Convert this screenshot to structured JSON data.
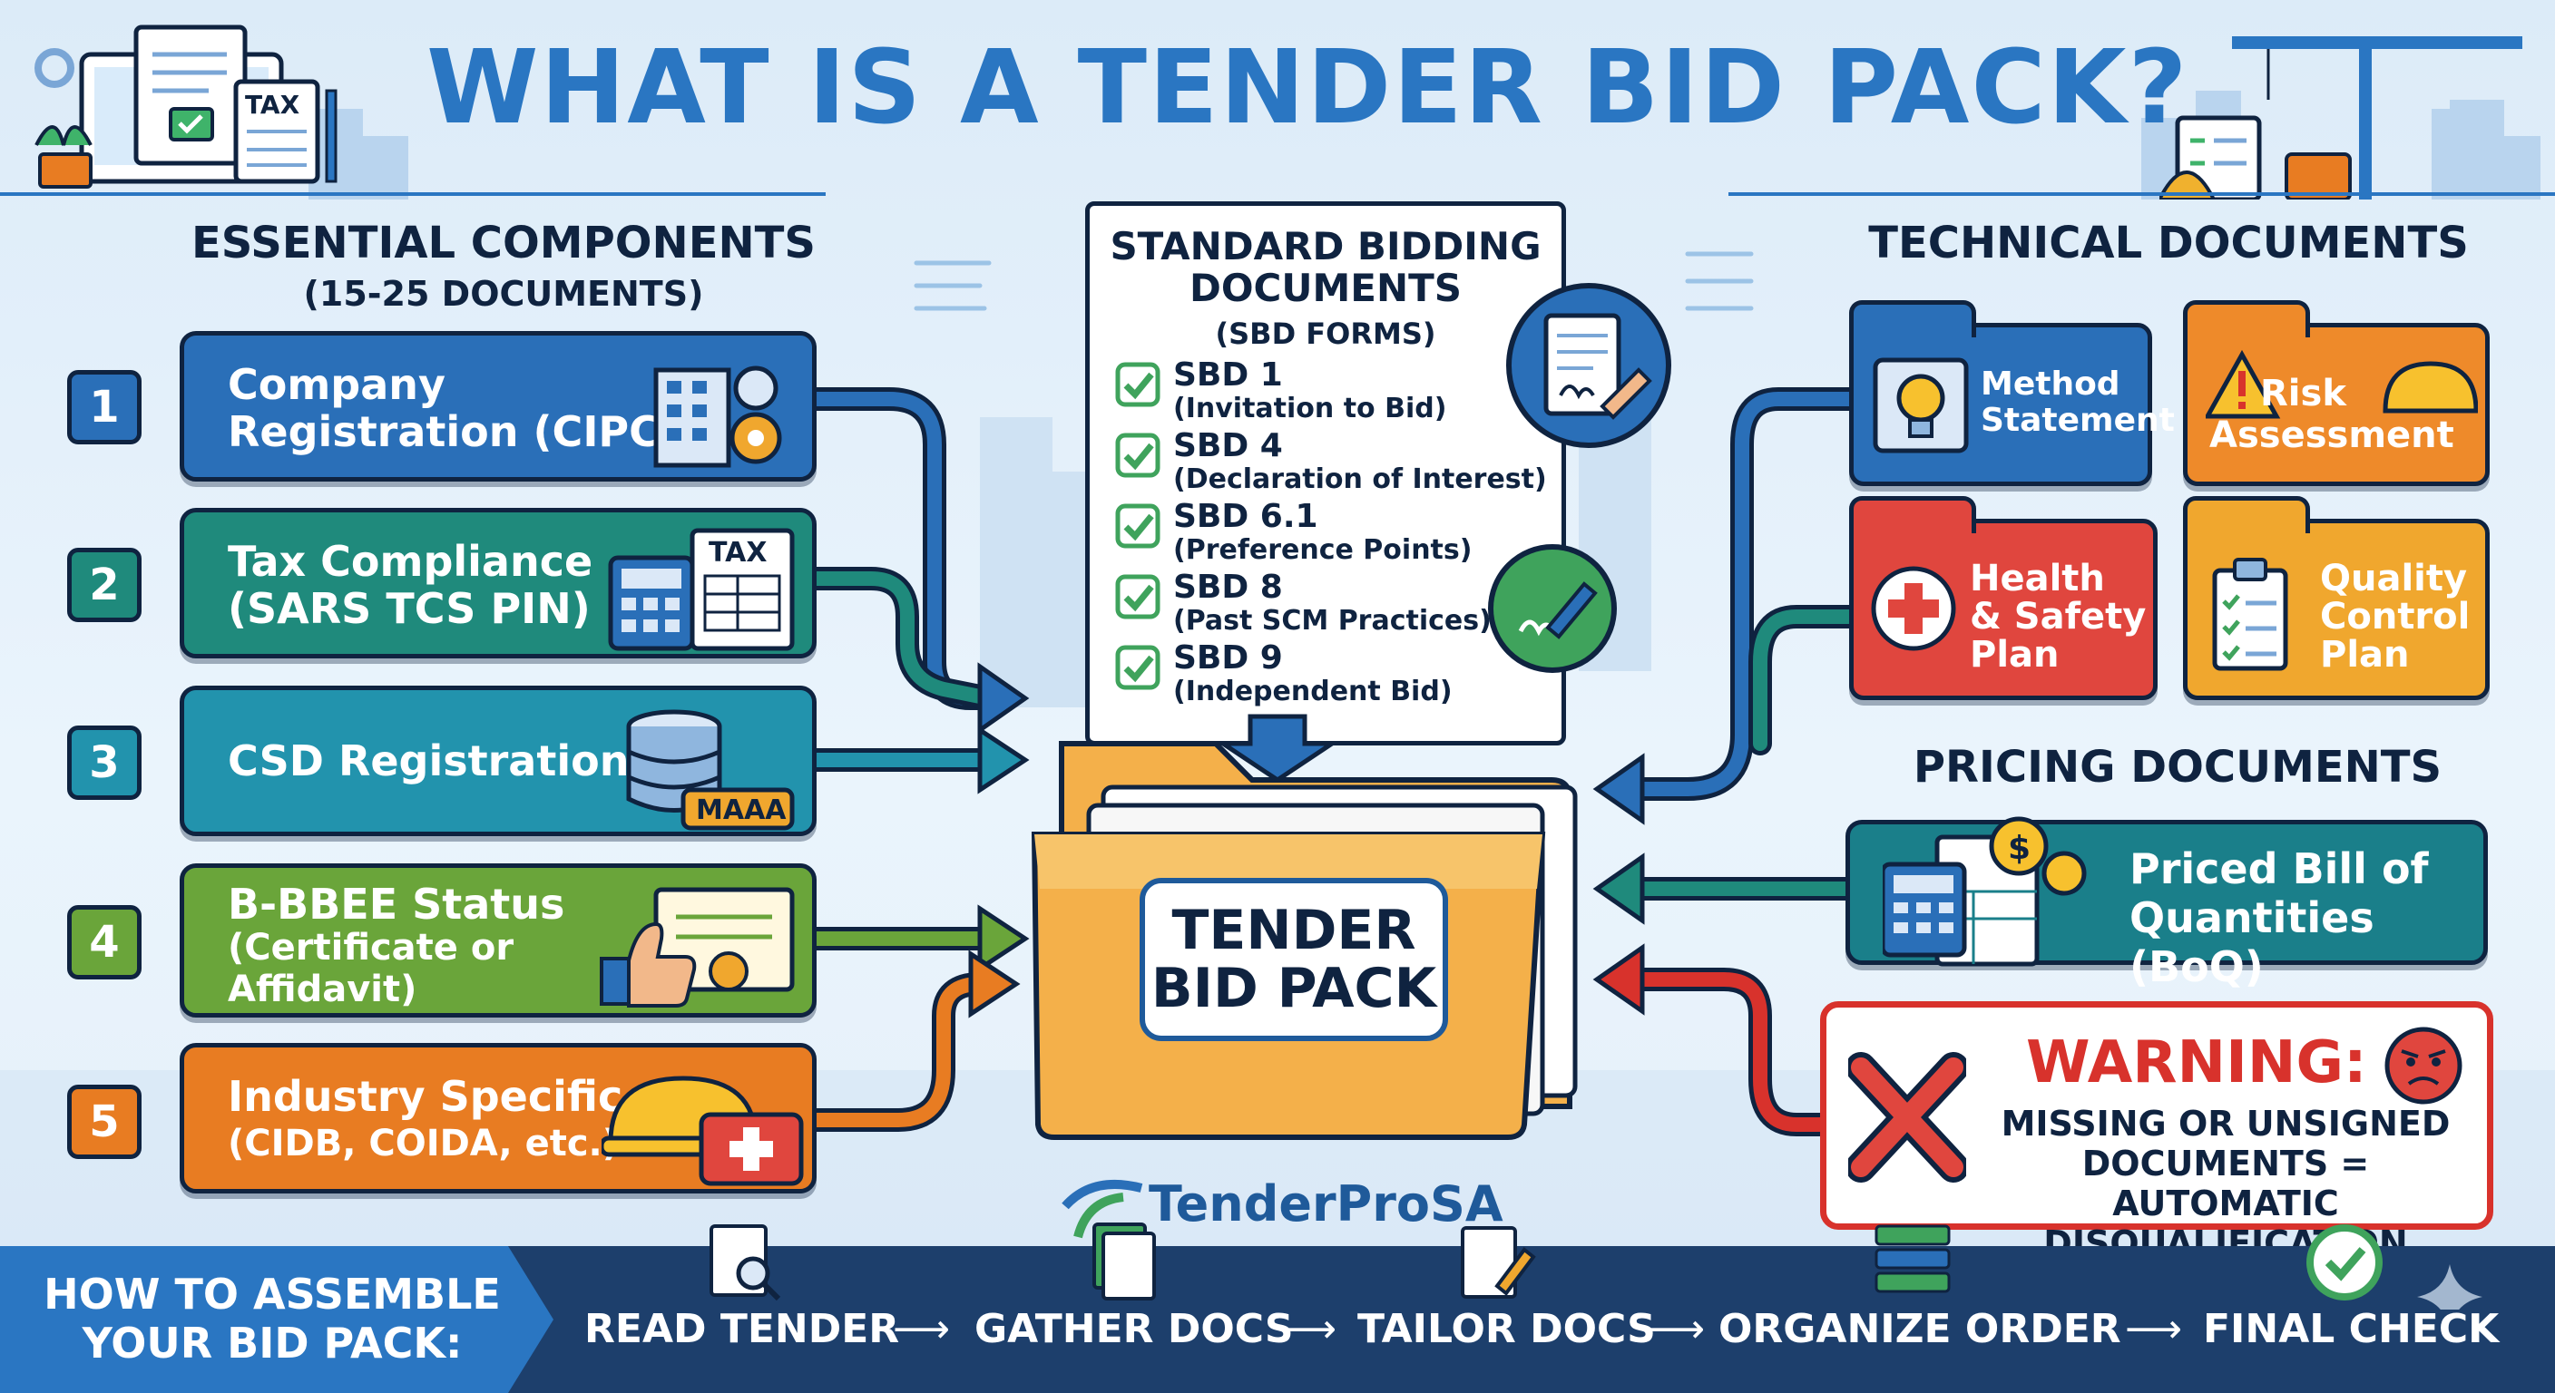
{
  "title": "WHAT IS A TENDER BID PACK?",
  "left": {
    "heading": "ESSENTIAL COMPONENTS",
    "subheading": "(15-25 DOCUMENTS)",
    "items": [
      {
        "number": "1",
        "line1": "Company",
        "line2": "Registration (CIPC)",
        "line3": "",
        "color": "#2a6fb8"
      },
      {
        "number": "2",
        "line1": "Tax Compliance",
        "line2": "(SARS TCS PIN)",
        "line3": "",
        "color": "#1f8a7c"
      },
      {
        "number": "3",
        "line1": "CSD Registration",
        "line2": "",
        "line3": "",
        "color": "#2293ad"
      },
      {
        "number": "4",
        "line1": "B-BBEE Status",
        "line2": "(Certificate or",
        "line3": "Affidavit)",
        "color": "#6aa53a"
      },
      {
        "number": "5",
        "line1": "Industry Specific",
        "line2": "(CIDB, COIDA, etc.)",
        "line3": "",
        "color": "#e87c22"
      }
    ],
    "tax_badge": "TAX",
    "csd_badge": "MAAA"
  },
  "center": {
    "doc_title_1": "STANDARD BIDDING",
    "doc_title_2": "DOCUMENTS",
    "doc_sub": "(SBD FORMS)",
    "sbd": [
      {
        "code": "SBD 1",
        "desc": "(Invitation to Bid)"
      },
      {
        "code": "SBD 4",
        "desc": "(Declaration of Interest)"
      },
      {
        "code": "SBD 6.1",
        "desc": "(Preference Points)"
      },
      {
        "code": "SBD 8",
        "desc": "(Past SCM Practices)"
      },
      {
        "code": "SBD 9",
        "desc": "(Independent Bid)"
      }
    ],
    "folder_line1": "TENDER",
    "folder_line2": "BID PACK",
    "brand_a": "Tender",
    "brand_b": "ProSA"
  },
  "right": {
    "heading": "TECHNICAL DOCUMENTS",
    "tech": [
      {
        "line1": "Method",
        "line2": "Statement",
        "line3": "",
        "color": "#2a6fb8"
      },
      {
        "line1": "Risk",
        "line2": "Assessment",
        "line3": "",
        "color": "#ee8a2a"
      },
      {
        "line1": "Health",
        "line2": "& Safety",
        "line3": "Plan",
        "color": "#e0463e"
      },
      {
        "line1": "Quality",
        "line2": "Control",
        "line3": "Plan",
        "color": "#f0a72e"
      }
    ],
    "pricing_heading": "PRICING DOCUMENTS",
    "pricing_line1": "Priced Bill of",
    "pricing_line2": "Quantities (BoQ)",
    "warning_head": "WARNING:",
    "warning_line1": "MISSING OR UNSIGNED",
    "warning_line2": "DOCUMENTS = AUTOMATIC",
    "warning_line3": "DISQUALIFICATION"
  },
  "header_art": {
    "tax_sign": "TAX"
  },
  "footer": {
    "title_line1": "HOW TO ASSEMBLE",
    "title_line2": "YOUR BID PACK:",
    "steps": [
      "READ TENDER",
      "GATHER DOCS",
      "TAILOR DOCS",
      "ORGANIZE ORDER",
      "FINAL CHECK"
    ],
    "arrow": "⟶"
  },
  "colors": {
    "title": "#2a76c2",
    "navy": "#0f2340",
    "warning": "#d8322c",
    "folder": "#f4b04a"
  }
}
